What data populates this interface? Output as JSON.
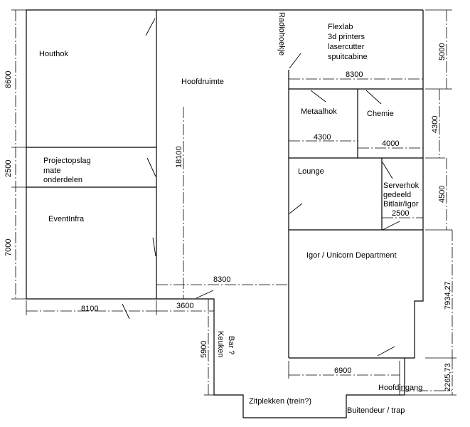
{
  "rooms": {
    "houthok": "Houthok",
    "hoofdruimte": "Hoofdruimte",
    "radiohoekje": "Radiohoekje",
    "flexlab": [
      "Flexlab",
      "3d printers",
      "lasercutter",
      "spuitcabine"
    ],
    "metaalhok": "Metaalhok",
    "chemie": "Chemie",
    "projectopslag": [
      "Projectopslag",
      "mate",
      "onderdelen"
    ],
    "lounge": "Lounge",
    "serverhok": [
      "Serverhok",
      "gedeeld",
      "Bitlair/Igor"
    ],
    "eventinfra": "EventInfra",
    "igor": "Igor / Unicorn Department",
    "keuken": "Keuken",
    "bar": "Bar ?",
    "zitplekken": "Zitplekken (trein?)",
    "hoofdingang": "Hoofdingang",
    "buitendeur": "Buitendeur / trap"
  },
  "dimensions": {
    "left_top": "8600",
    "left_mid": "2500",
    "left_bottom": "7000",
    "hoofdruimte_height": "18100",
    "bottom_left_width": "8100",
    "corridor_width": "3600",
    "hoofdruimte_width": "8300",
    "flexlab_width": "8300",
    "metaalhok_width": "4300",
    "chemie_width": "4000",
    "serverhok_width": "2500",
    "keuken_height": "5900",
    "igor_width": "6900",
    "right_flexlab": "5000",
    "right_metaal": "4300",
    "right_lounge": "4500",
    "right_igor": "7934,27",
    "right_entrance": "2265,73"
  }
}
